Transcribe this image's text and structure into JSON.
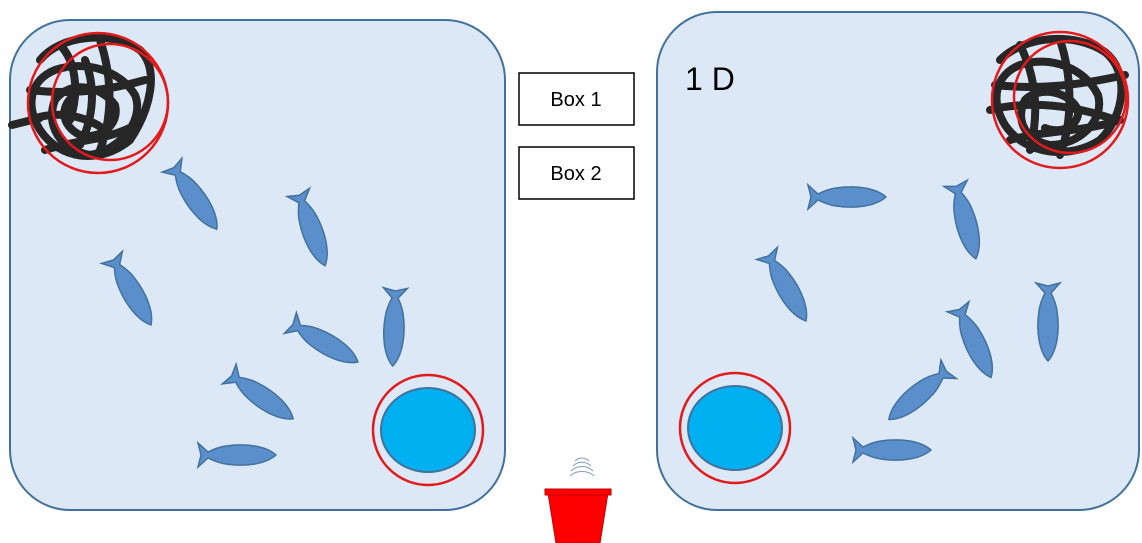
{
  "boxes": {
    "box1_label": "Box 1",
    "box2_label": "Box 2"
  },
  "right_tank": {
    "label": "1 D"
  },
  "colors": {
    "tank_fill": "#dce8f5",
    "fish": "#5b8fcc",
    "pool": "#00b0f0",
    "ring": "#e31a1c",
    "bucket": "#ff0000"
  },
  "icons": [
    "fish-icon",
    "scribble-shelter-icon",
    "water-pool-icon",
    "red-bucket-icon"
  ]
}
